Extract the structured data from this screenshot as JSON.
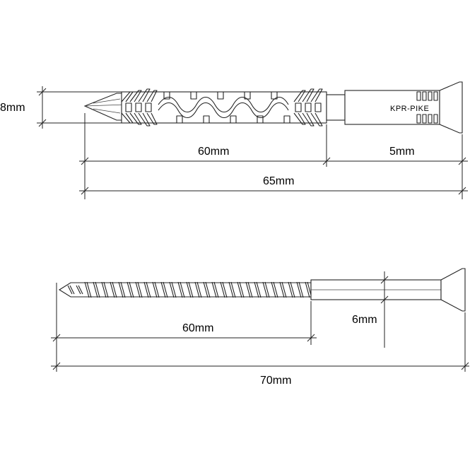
{
  "anchor": {
    "brand_label": "KPR-PIKE",
    "dimensions": {
      "diameter": "8mm",
      "sleeve_length": "60mm",
      "collar_length": "5mm",
      "total_length": "65mm"
    }
  },
  "screw": {
    "dimensions": {
      "thread_length": "60mm",
      "shank_diameter": "6mm",
      "total_length": "70mm"
    }
  },
  "colors": {
    "line": "#222222",
    "background": "#ffffff"
  }
}
